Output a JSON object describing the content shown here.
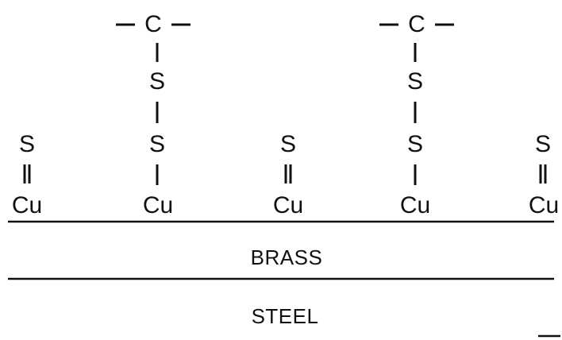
{
  "diagram": {
    "atoms": {
      "carbon": "C",
      "sulfur": "S",
      "copper": "Cu"
    },
    "layers": {
      "brass": "BRASS",
      "steel": "STEEL"
    }
  }
}
